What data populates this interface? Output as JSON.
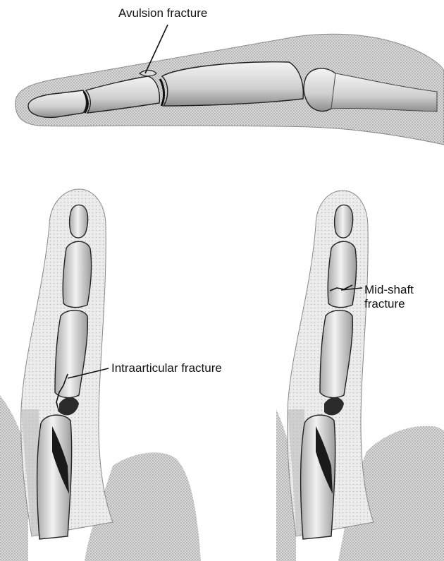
{
  "labels": {
    "avulsion": "Avulsion fracture",
    "intraarticular": "Intraarticular fracture",
    "midshaft": "Mid-shaft fracture"
  },
  "colors": {
    "skin_fill": "#cfcfcf",
    "skin_stroke": "#7a7a7a",
    "bone_fill": "#e8e8e8",
    "bone_stroke": "#1e1e1e",
    "shadow": "#2a2a2a",
    "leader": "#111111"
  }
}
